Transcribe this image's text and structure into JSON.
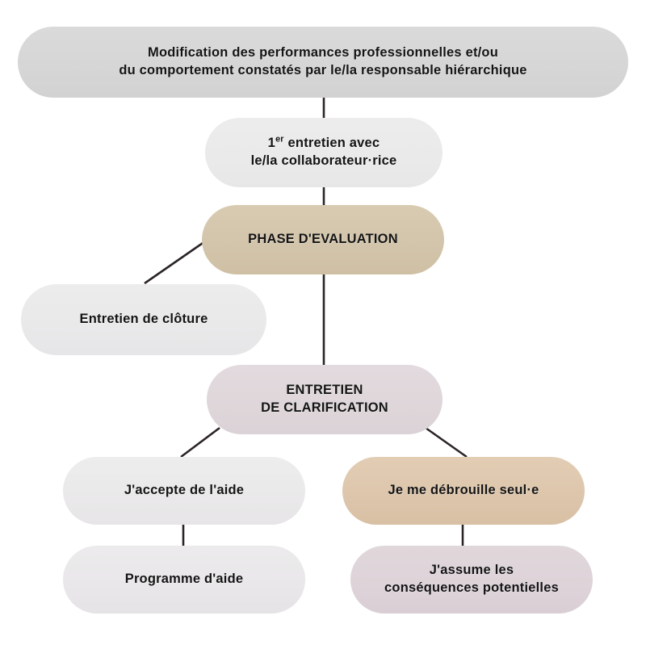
{
  "diagram": {
    "title_node": "Modification des performances professionnelles et/ou\ndu comportement constatés par le/la responsable hiérarchique",
    "colors": {
      "background": "#ffffff",
      "grey_node": "#d7d7d7",
      "light_grey_node": "#eaeaea",
      "tan_node": "#d3c5ab",
      "warm_tan_node": "#ddc6ac",
      "mauve_node": "#ded6d8",
      "light_mauve_node": "#ddd3d8",
      "connector_line": "#2b2427",
      "text": "#141414"
    },
    "nodes": [
      {
        "id": "modification",
        "label": "Modification des performances professionnelles et/ou\ndu comportement constatés par le/la responsable hiérarchique",
        "style": "grey"
      },
      {
        "id": "premier-entretien",
        "label_line1_prefix": "1",
        "label_line1_sup": "er",
        "label_line1_rest": " entretien avec",
        "label_line2": "le/la collaborateur·rice",
        "style": "light-grey"
      },
      {
        "id": "phase-evaluation",
        "label": "PHASE D'EVALUATION",
        "style": "tan"
      },
      {
        "id": "entretien-cloture",
        "label": "Entretien de clôture",
        "style": "light-grey"
      },
      {
        "id": "entretien-clarification",
        "label": "ENTRETIEN\nDE CLARIFICATION",
        "style": "mauve"
      },
      {
        "id": "jaccepte",
        "label": "J'accepte de l'aide",
        "style": "light-grey"
      },
      {
        "id": "programme",
        "label": "Programme d'aide",
        "style": "light-grey"
      },
      {
        "id": "debrouille",
        "label": "Je me débrouille seul·e",
        "style": "warm-tan"
      },
      {
        "id": "jassume",
        "label": "J'assume les\nconséquences potentielles",
        "style": "light-mauve"
      }
    ],
    "connectors": [
      {
        "id": "modification-to-premier-entretien",
        "from": "modification",
        "to": "premier-entretien",
        "kind": "vertical"
      },
      {
        "id": "premier-entretien-to-phase-evaluation",
        "from": "premier-entretien",
        "to": "phase-evaluation",
        "kind": "vertical"
      },
      {
        "id": "phase-evaluation-to-entretien-cloture",
        "from": "phase-evaluation",
        "to": "entretien-cloture",
        "kind": "diagonal-left"
      },
      {
        "id": "phase-evaluation-to-entretien-clarification",
        "from": "phase-evaluation",
        "to": "entretien-clarification",
        "kind": "vertical"
      },
      {
        "id": "clarification-to-jaccepte",
        "from": "entretien-clarification",
        "to": "jaccepte",
        "kind": "diagonal-left"
      },
      {
        "id": "clarification-to-debrouille",
        "from": "entretien-clarification",
        "to": "debrouille",
        "kind": "diagonal-right"
      },
      {
        "id": "jaccepte-to-programme",
        "from": "jaccepte",
        "to": "programme",
        "kind": "vertical"
      },
      {
        "id": "debrouille-to-jassume",
        "from": "debrouille",
        "to": "jassume",
        "kind": "vertical"
      }
    ]
  }
}
